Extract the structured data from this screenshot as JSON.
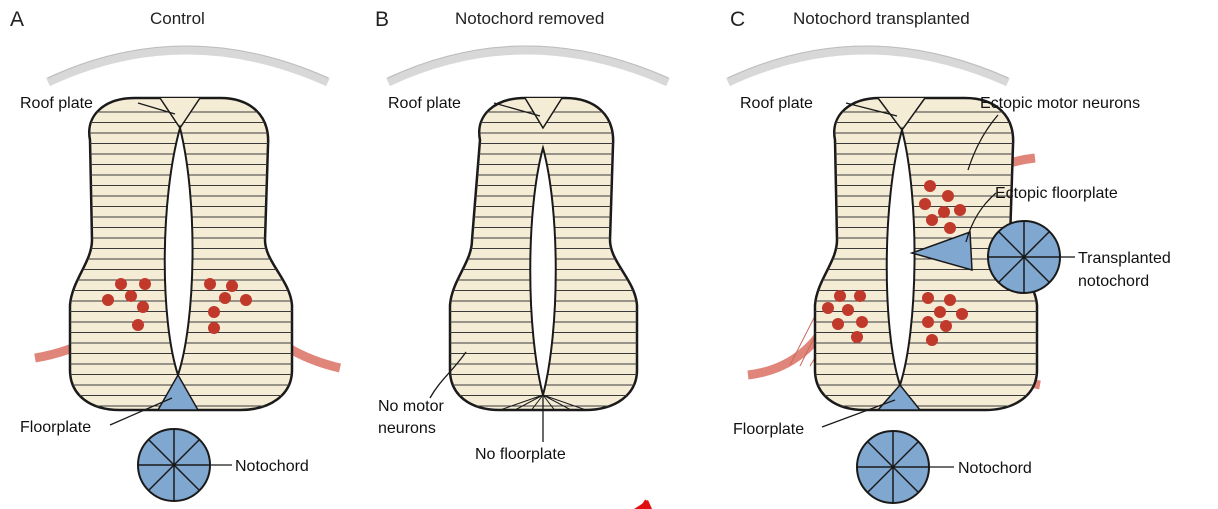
{
  "panels": [
    {
      "letter": "A",
      "title": "Control",
      "labels": {
        "roof_plate": "Roof plate",
        "floorplate": "Floorplate",
        "notochord": "Notochord"
      }
    },
    {
      "letter": "B",
      "title": "Notochord removed",
      "labels": {
        "roof_plate": "Roof plate",
        "no_motor_1": "No motor",
        "no_motor_2": "neurons",
        "no_floorplate": "No floorplate"
      }
    },
    {
      "letter": "C",
      "title": "Notochord transplanted",
      "labels": {
        "roof_plate": "Roof plate",
        "ectopic_motor_neurons": "Ectopic motor neurons",
        "ectopic_floorplate": "Ectopic floorplate",
        "transplanted_1": "Transplanted",
        "transplanted_2": "notochord",
        "floorplate": "Floorplate",
        "notochord": "Notochord"
      }
    }
  ],
  "colors": {
    "tube_fill": "#f5ecd6",
    "outline": "#1a1a1a",
    "notochord": "#7fa7cf",
    "neuron": "#c0392b",
    "axon": "#e0857a",
    "ectoderm": "#d8d8d8",
    "marker": "#e01010"
  },
  "icons": {
    "marker": "red-arrow-cursor-icon"
  }
}
